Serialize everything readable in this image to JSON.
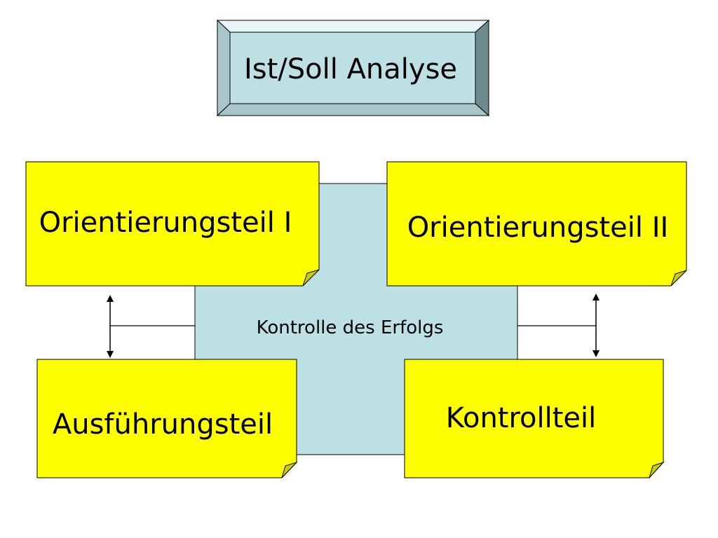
{
  "title_box": {
    "label": "Ist/Soll Analyse",
    "face_color": "#bde0e4",
    "bevel_light": "#e8f4f6",
    "bevel_mid": "#a8c6ca",
    "bevel_dark": "#6e8a8c"
  },
  "center": {
    "label": "Kontrolle des Erfolgs",
    "fill": "#bde0e4"
  },
  "notes": {
    "fill": "#ffff00",
    "fold_fill": "#cccc00",
    "top_left": {
      "label": "Orientierungsteil I"
    },
    "top_right": {
      "label": "Orientierungsteil II"
    },
    "bottom_left": {
      "label": "Ausführungsteil"
    },
    "bottom_right": {
      "label": "Kontrollteil"
    }
  },
  "connectors": {
    "left": {
      "arrow": "double-headed vertical"
    },
    "right": {
      "arrow": "double-headed vertical"
    }
  }
}
